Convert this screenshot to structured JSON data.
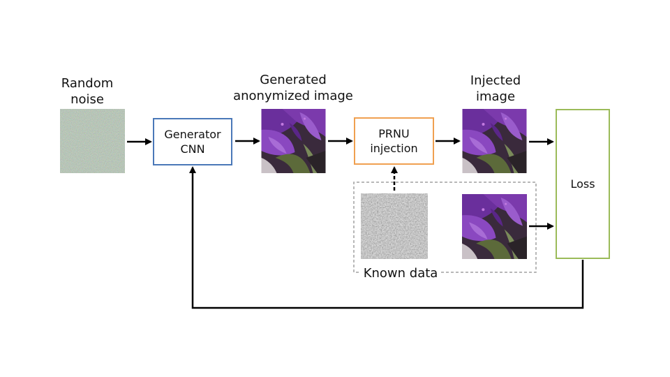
{
  "labels": {
    "random_noise": "Random\nnoise",
    "generated_image": "Generated\nanonymized image",
    "injected_image": "Injected\nimage",
    "known_data": "Known data"
  },
  "boxes": {
    "generator": "Generator\nCNN",
    "prnu": "PRNU\ninjection",
    "loss": "Loss"
  },
  "colors": {
    "generator_border": "#4a78b8",
    "prnu_border": "#f0a050",
    "loss_border": "#9bbb59",
    "arrow": "#000000",
    "dashed": "#a0a0a0"
  },
  "icons": {
    "noise_image": "random-noise-texture",
    "flower_image": "purple-orchid-photo",
    "prnu_pattern": "gray-noise-pattern"
  }
}
